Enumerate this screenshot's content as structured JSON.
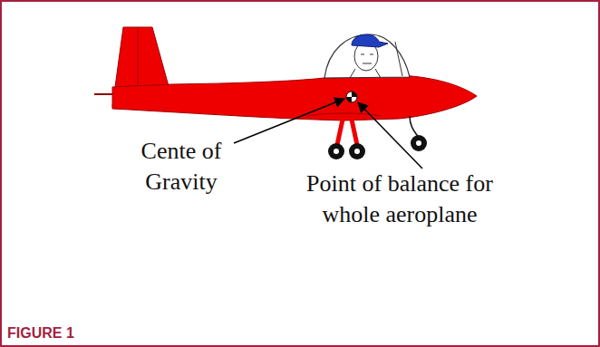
{
  "diagram": {
    "labels": [
      "Cente of Gravity",
      "Point of balance for whole aeroplane",
      "FIGURE 1"
    ]
  }
}
